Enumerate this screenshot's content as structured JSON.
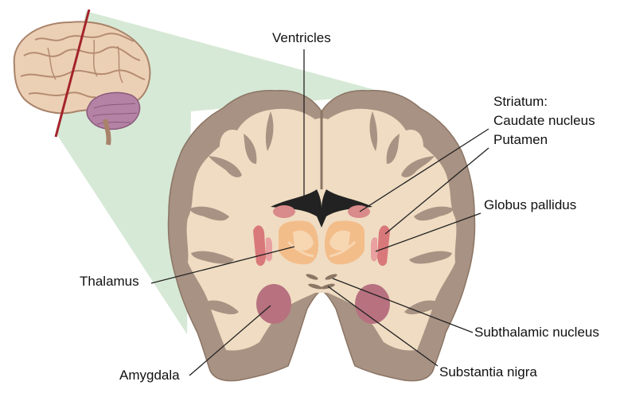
{
  "labels": {
    "ventricles": "Ventricles",
    "striatum": "Striatum:",
    "caudate": "Caudate nucleus",
    "putamen": "Putamen",
    "globus_pallidus": "Globus pallidus",
    "thalamus": "Thalamus",
    "subthalamic": "Subthalamic nucleus",
    "amygdala": "Amygdala",
    "substantia_nigra": "Substantia nigra"
  },
  "colors": {
    "cortex_grey_matter": "#a89283",
    "white_matter": "#efdcc2",
    "thalamus": "#f3bd8a",
    "striatum_nuclei": "#d9787a",
    "amygdala": "#b7717f",
    "projection_cone": "#cfe5cf",
    "cut_line": "#a3242b",
    "cerebellum": "#b482a4"
  },
  "icons": {
    "thumbnail": "lateral-brain-icon"
  }
}
